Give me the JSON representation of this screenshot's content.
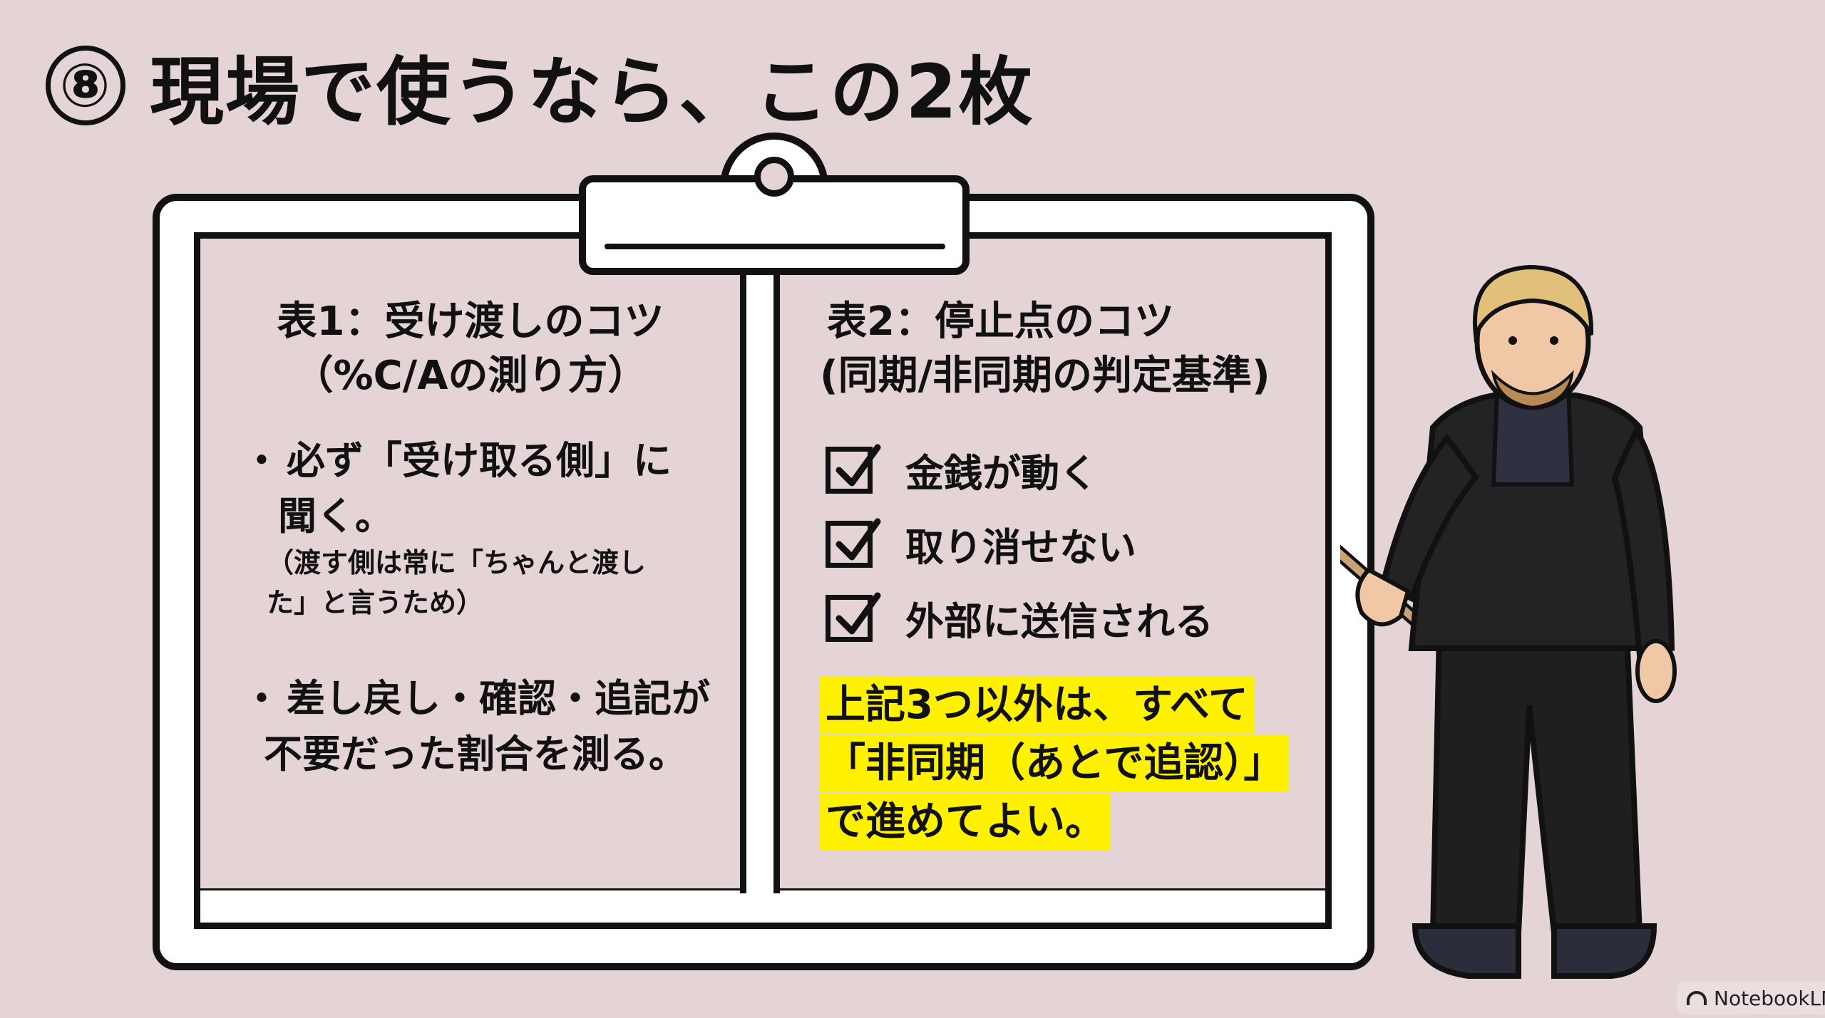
{
  "title": {
    "number": "⑧",
    "text": "現場で使うなら、この2枚"
  },
  "left_panel": {
    "title_line1": "表1：受け渡しのコツ",
    "title_line2": "（%C/Aの測り方）",
    "bullet1_line1": "必ず「受け取る側」に",
    "bullet1_line2": "聞く。",
    "note_line1": "（渡す側は常に「ちゃんと渡し",
    "note_line2": "た」と言うため）",
    "bullet2_line1": "差し戻し・確認・追記が",
    "bullet2_line2": "不要だった割合を測る。",
    "bullet_marker": "・"
  },
  "right_panel": {
    "title_line1": "表2：停止点のコツ",
    "title_line2": "(同期/非同期の判定基準)",
    "checks": [
      "金銭が動く",
      "取り消せない",
      "外部に送信される"
    ],
    "highlight": [
      "上記3つ以外は、すべて",
      "「非同期（あとで追認）」",
      "で進めてよい。"
    ]
  },
  "badge": {
    "label": "NotebookLM"
  },
  "colors": {
    "background": "#e5d4d5",
    "highlight": "#fff100",
    "ink": "#111111"
  }
}
